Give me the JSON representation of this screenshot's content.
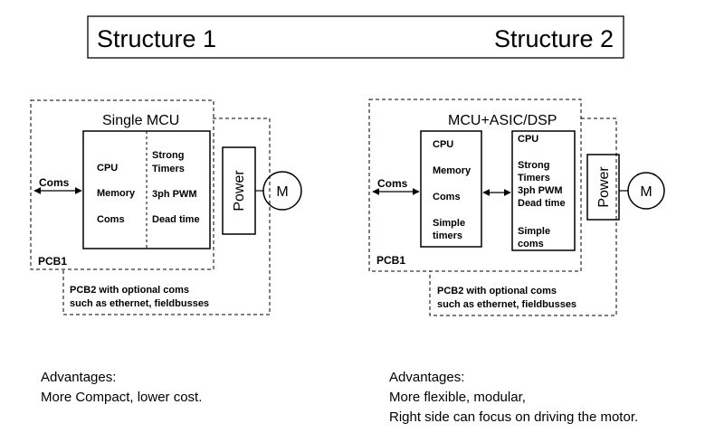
{
  "header": {
    "left_title": "Structure 1",
    "right_title": "Structure 2"
  },
  "structure1": {
    "mcu_label": "Single MCU",
    "coms_label": "Coms",
    "left_block": [
      "CPU",
      "Memory",
      "Coms"
    ],
    "right_block": [
      "Strong",
      "Timers",
      "3ph PWM",
      "Dead time"
    ],
    "power_label": "Power",
    "motor_label": "M",
    "pcb1_label": "PCB1",
    "pcb2_lines": [
      "PCB2 with optional coms",
      "such as ethernet, fieldbusses"
    ],
    "advantages_title": "Advantages:",
    "advantages_lines": [
      "More Compact, lower cost."
    ]
  },
  "structure2": {
    "mcu_label": "MCU+ASIC/DSP",
    "coms_label": "Coms",
    "left_block": [
      "CPU",
      "Memory",
      "Coms",
      "Simple",
      "timers"
    ],
    "right_block": [
      "CPU",
      "Strong",
      "Timers",
      "3ph PWM",
      "Dead time",
      "Simple",
      "coms"
    ],
    "power_label": "Power",
    "motor_label": "M",
    "pcb1_label": "PCB1",
    "pcb2_lines": [
      "PCB2 with optional coms",
      "such as ethernet, fieldbusses"
    ],
    "advantages_title": "Advantages:",
    "advantages_lines": [
      "More flexible, modular,",
      "Right side can focus on driving the motor."
    ]
  }
}
